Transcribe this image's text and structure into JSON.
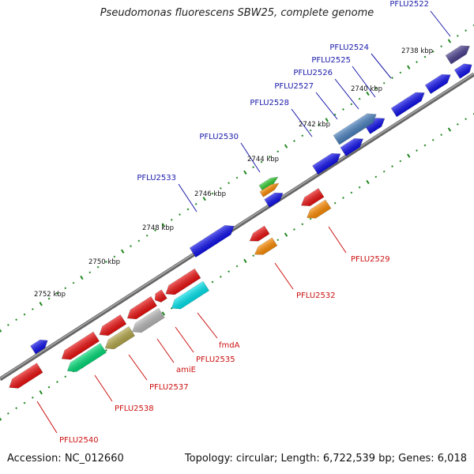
{
  "title": "Pseudomonas fluorescens SBW25, complete genome",
  "accession": "Accession: NC_012660",
  "summary": "Topology: circular; Length: 6,722,539 bp; Genes: 6,018",
  "colors": {
    "blue": "#1010ee",
    "red": "#ee1010",
    "label_upper": "#1a1aaa",
    "label_lower": "#cc1111",
    "tick": "#228822",
    "backbone": "#777777"
  },
  "scale_labels": [
    "2738 kbp",
    "2740 kbp",
    "2742 kbp",
    "2744 kbp",
    "2746 kbp",
    "2748 kbp",
    "2750 kbp",
    "2752 kbp"
  ],
  "genes_upper": [
    {
      "label": "PFLU2522",
      "color": "#4a3f8f"
    },
    {
      "label": "PFLU2524",
      "color": "#1010ee"
    },
    {
      "label": "PFLU2525",
      "color": "#1010ee"
    },
    {
      "label": "PFLU2526",
      "color": "#4a82c0"
    },
    {
      "label": "PFLU2527",
      "color": "#3d7ab8"
    },
    {
      "label": "PFLU2528",
      "color": "#1010ee"
    },
    {
      "label": "PFLU2530",
      "color": "#1010ee"
    },
    {
      "label": "PFLU2533",
      "color": "#1010ee"
    }
  ],
  "genes_lower": [
    {
      "label": "PFLU2529",
      "color": "#ff8c00"
    },
    {
      "label": "PFLU2532",
      "color": "#ff8c00"
    },
    {
      "label": "fmdA",
      "color": "#00e5ee"
    },
    {
      "label": "PFLU2535",
      "color": "#b8b8b8"
    },
    {
      "label": "amiE",
      "color": "#b5a84a"
    },
    {
      "label": "PFLU2537",
      "color": "#ee1010"
    },
    {
      "label": "PFLU2538",
      "color": "#00dd77"
    },
    {
      "label": "PFLU2540",
      "color": "#ee1010"
    }
  ]
}
